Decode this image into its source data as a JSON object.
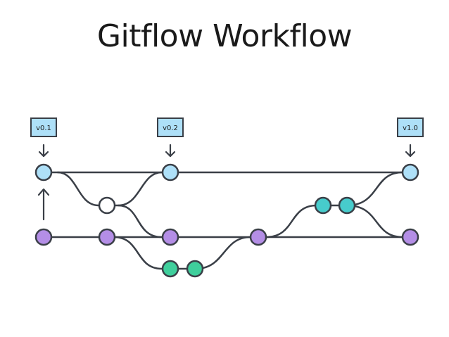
{
  "title": "Gitflow Workflow",
  "tags": {
    "v01": "v0.1",
    "v02": "v0.2",
    "v10": "v1.0"
  },
  "colors": {
    "master": "#aee0f8",
    "develop": "#b48ee6",
    "feature": "#3fcf9c",
    "release": "#47cccc",
    "hotfix": "#ffffff",
    "line": "#3a3f47"
  }
}
